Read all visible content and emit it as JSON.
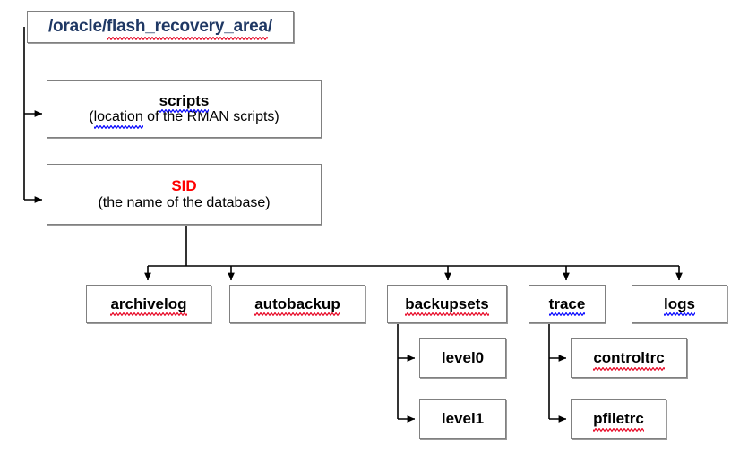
{
  "diagram": {
    "type": "directory-tree",
    "title": "Oracle flash recovery area directory structure",
    "colors": {
      "root_text": "#1f3864",
      "accent_red": "#ff0000",
      "spell_red": "#e8112d",
      "spell_blue": "#1010ff",
      "box_border": "#808080",
      "connector": "#000000",
      "background": "#ffffff"
    },
    "nodes": {
      "root": {
        "title": "/oracle/flash_recovery_area/",
        "title_plain": "/oracle/",
        "title_marked": "flash_recovery_area",
        "title_tail": "/",
        "subtitle": "",
        "style": "navy-bold",
        "spellcheck": "red"
      },
      "scripts": {
        "title": "scripts",
        "subtitle": "(location of the RMAN scripts)",
        "subtitle_marked": "location",
        "style": "black-bold-underline",
        "spellcheck": "blue"
      },
      "sid": {
        "title": "SID",
        "subtitle": "(the name of the database)",
        "style": "red-bold",
        "spellcheck": "none"
      },
      "archivelog": {
        "title": "archivelog",
        "style": "black-bold-underline",
        "spellcheck": "red"
      },
      "autobackup": {
        "title": "autobackup",
        "style": "black-bold-underline",
        "spellcheck": "red"
      },
      "backupsets": {
        "title": "backupsets",
        "style": "black-bold-underline",
        "spellcheck": "red"
      },
      "trace": {
        "title": "trace",
        "style": "black-bold-underline",
        "spellcheck": "blue"
      },
      "logs": {
        "title": "logs",
        "style": "black-bold-underline",
        "spellcheck": "blue"
      },
      "level0": {
        "title": "level0",
        "style": "black-bold",
        "spellcheck": "none"
      },
      "level1": {
        "title": "level1",
        "style": "black-bold",
        "spellcheck": "none"
      },
      "controltrc": {
        "title": "controltrc",
        "style": "black-bold-underline",
        "spellcheck": "red"
      },
      "pfiletrc": {
        "title": "pfiletrc",
        "style": "black-bold-underline",
        "spellcheck": "red"
      }
    },
    "edges": [
      {
        "from": "root",
        "to": "scripts"
      },
      {
        "from": "root",
        "to": "sid"
      },
      {
        "from": "sid",
        "to": "archivelog"
      },
      {
        "from": "sid",
        "to": "autobackup"
      },
      {
        "from": "sid",
        "to": "backupsets"
      },
      {
        "from": "sid",
        "to": "trace"
      },
      {
        "from": "sid",
        "to": "logs"
      },
      {
        "from": "backupsets",
        "to": "level0"
      },
      {
        "from": "backupsets",
        "to": "level1"
      },
      {
        "from": "trace",
        "to": "controltrc"
      },
      {
        "from": "trace",
        "to": "pfiletrc"
      }
    ]
  }
}
